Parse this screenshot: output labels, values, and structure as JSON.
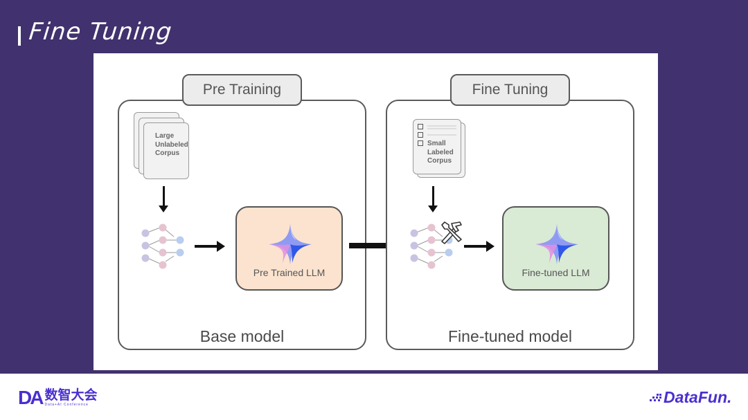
{
  "slide": {
    "title": "Fine Tuning",
    "background_color": "#41316e"
  },
  "diagram": {
    "pre_training": {
      "tab_label": "Pre Training",
      "corpus_label": [
        "Large",
        "Unlabeled",
        "Corpus"
      ],
      "llm_label": "Pre Trained LLM",
      "llm_box_color": "#fbe3cf",
      "footer_label": "Base model"
    },
    "fine_tuning": {
      "tab_label": "Fine Tuning",
      "corpus_label": [
        "Small",
        "Labeled",
        "Corpus"
      ],
      "llm_label": "Fine-tuned LLM",
      "llm_box_color": "#d9ead5",
      "footer_label": "Fine-tuned model"
    },
    "icons": {
      "network": "neural-network-icon",
      "sparkle": "ai-sparkle-icon",
      "tools": "wrench-hammer-icon",
      "documents": "document-stack-icon",
      "checklist": "checklist-document-icon"
    }
  },
  "footer": {
    "left_logo_mark": "DA",
    "left_logo_cn": "数智大会",
    "left_logo_en": "Data+AI Conference",
    "right_logo": "DataFun."
  }
}
